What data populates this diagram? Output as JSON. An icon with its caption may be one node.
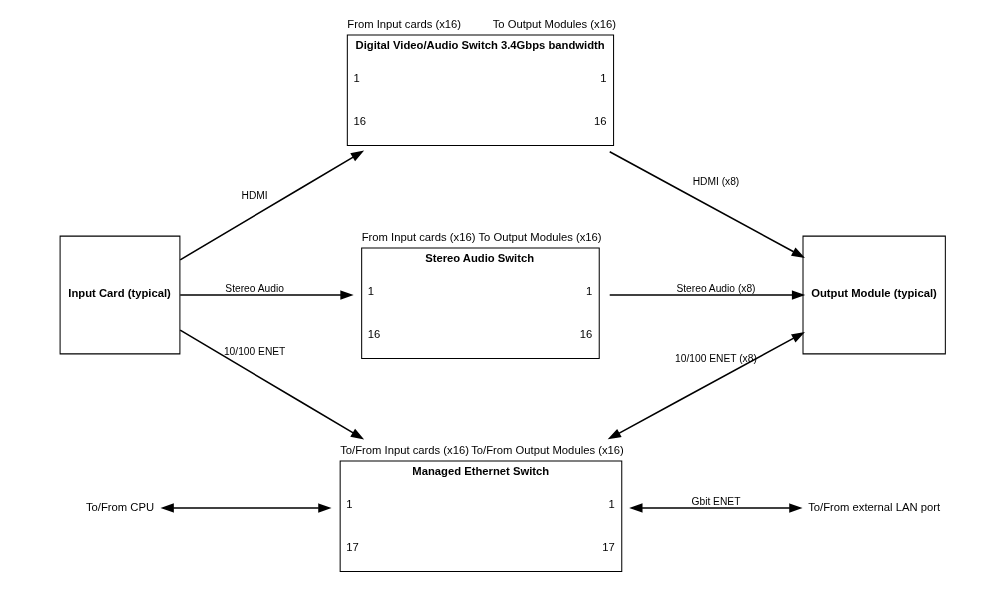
{
  "diagram": {
    "nodes": [
      {
        "text": [
          "Input Card (typical)"
        ]
      },
      {
        "text": [
          "Digital Video/Audio Switch 3.4Gbps bandwidth",
          "1",
          "16",
          "1",
          "16"
        ],
        "beside": [
          "From Input cards (x16)",
          "To Output Modules (x16)"
        ]
      },
      {
        "text": [
          "Stereo Audio Switch",
          "1",
          "16",
          "1",
          "16"
        ],
        "beside": [
          "From Input cards (x16)",
          "To Output Modules (x16)"
        ]
      },
      {
        "text": [
          "Managed Ethernet Switch",
          "1",
          "17",
          "1",
          "17"
        ],
        "beside": [
          "To/From Input cards (x16)",
          "To/From Output Modules (x16)"
        ]
      },
      {
        "text": [
          "Output Module (typical)"
        ]
      },
      {
        "text": [
          "To/From CPU"
        ]
      },
      {
        "text": [
          "To/From external LAN port"
        ]
      }
    ],
    "edges": [
      {
        "from": 0,
        "to": 1,
        "arrow": "to",
        "label": "HDMI"
      },
      {
        "from": 1,
        "to": 4,
        "arrow": "to",
        "label": "HDMI (x8)"
      },
      {
        "from": 0,
        "to": 2,
        "arrow": "to",
        "label": "Stereo Audio"
      },
      {
        "from": 2,
        "to": 4,
        "arrow": "to",
        "label": "Stereo Audio (x8)"
      },
      {
        "from": 0,
        "to": 3,
        "arrow": "to",
        "label": "10/100 ENET"
      },
      {
        "from": 3,
        "to": 4,
        "arrow": "both",
        "label": "10/100 ENET (x8)"
      },
      {
        "from": 5,
        "to": 3,
        "arrow": "both"
      },
      {
        "from": 3,
        "to": 6,
        "arrow": "both",
        "label": "Gbit ENET"
      }
    ]
  }
}
